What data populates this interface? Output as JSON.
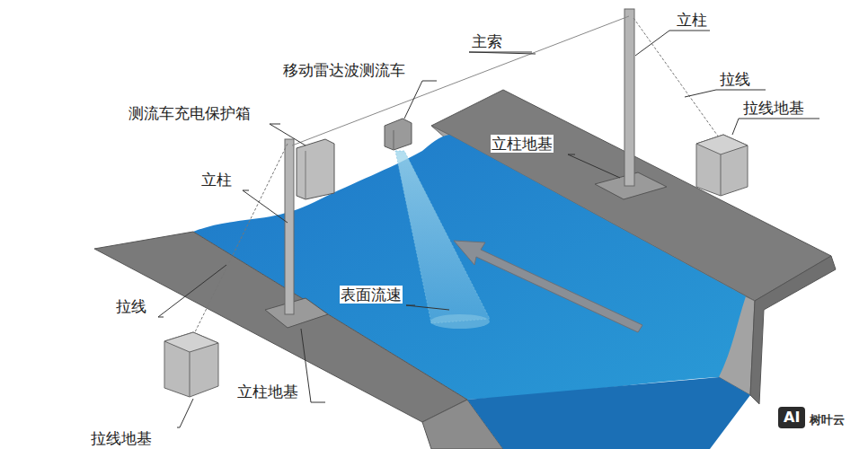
{
  "diagram": {
    "labels": [
      "立柱",
      "主索",
      "移动雷达波测流车",
      "拉线",
      "拉线地基",
      "立柱地基",
      "测流车充电保护箱",
      "立柱",
      "表面流速",
      "拉线",
      "立柱地基",
      "拉线地基",
      "AI",
      "树叶云"
    ]
  }
}
